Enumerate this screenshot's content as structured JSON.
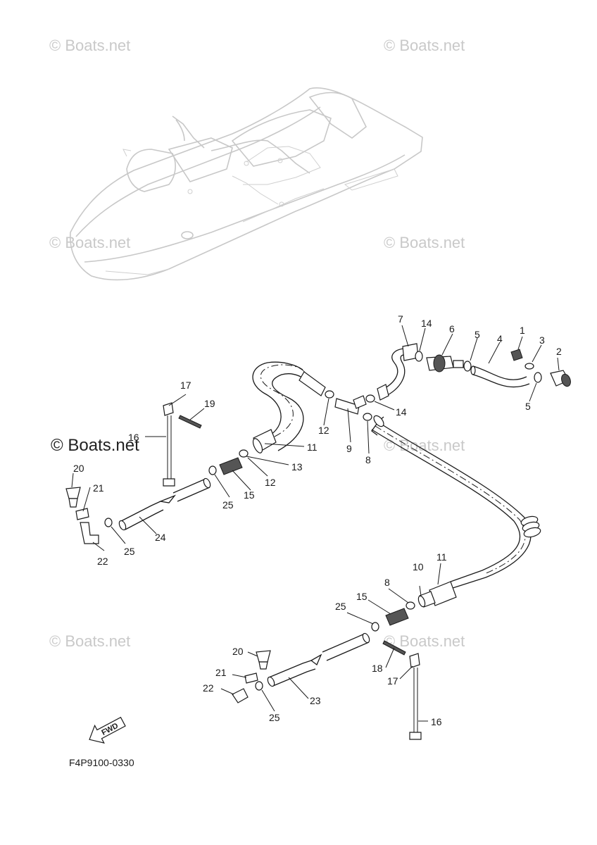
{
  "watermarks": [
    "© Boats.net",
    "© Boats.net",
    "© Boats.net",
    "© Boats.net",
    "© Boats.net",
    "© Boats.net",
    "© Boats.net"
  ],
  "main_watermark": "© Boats.net",
  "figure_code": "F4P9100-0330",
  "fwd_label": "FWD",
  "callouts": {
    "c1": "1",
    "c2": "2",
    "c3": "3",
    "c4": "4",
    "c5a": "5",
    "c5b": "5",
    "c6": "6",
    "c7": "7",
    "c8a": "8",
    "c8b": "8",
    "c9": "9",
    "c10": "10",
    "c11a": "11",
    "c11b": "11",
    "c12a": "12",
    "c12b": "12",
    "c13": "13",
    "c14a": "14",
    "c14b": "14",
    "c15a": "15",
    "c15b": "15",
    "c16a": "16",
    "c16b": "16",
    "c17a": "17",
    "c17b": "17",
    "c18": "18",
    "c19": "19",
    "c20a": "20",
    "c20b": "20",
    "c21a": "21",
    "c21b": "21",
    "c22a": "22",
    "c22b": "22",
    "c23": "23",
    "c24": "24",
    "c25a": "25",
    "c25b": "25",
    "c25c": "25"
  }
}
